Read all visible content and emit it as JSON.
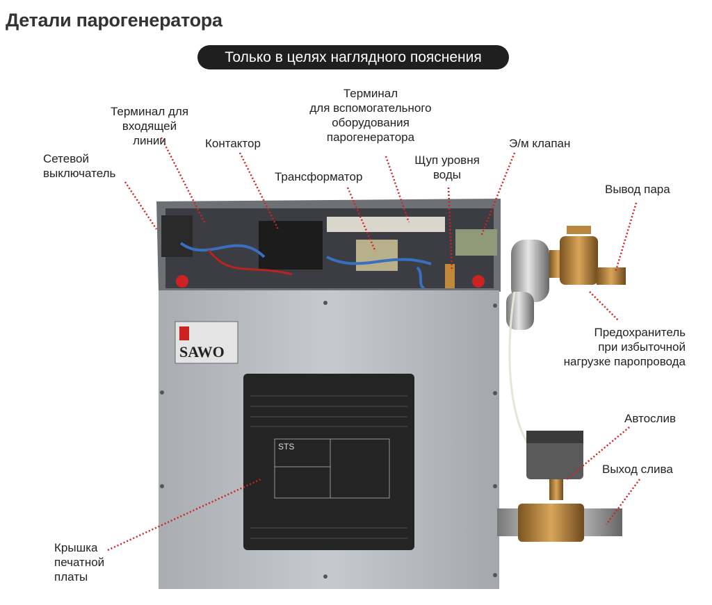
{
  "title": "Детали парогенератора",
  "disclaimer": "Только в целях наглядного пояснения",
  "labels": {
    "power_switch": "Сетевой\nвыключатель",
    "input_terminal": "Терминал для\nвходящей\nлинии",
    "contactor": "Контактор",
    "aux_terminal": "Терминал\nдля вспомогательного\nоборудования\nпарогенератора",
    "transformer": "Трансформатор",
    "water_probe": "Щуп уровня\nводы",
    "solenoid_valve": "Э/м клапан",
    "steam_outlet": "Вывод пара",
    "safety_valve": "Предохранитель\nпри избыточной\nнагрузке паропровода",
    "auto_drain": "Автослив",
    "drain_outlet": "Выход слива",
    "pcb_cover": "Крышка\nпечатной\nплаты"
  },
  "device": {
    "brand": "SAWO",
    "model": "STS"
  },
  "colors": {
    "leader": "#d42020",
    "panel": "#b9bcc0",
    "cover": "#222222"
  }
}
